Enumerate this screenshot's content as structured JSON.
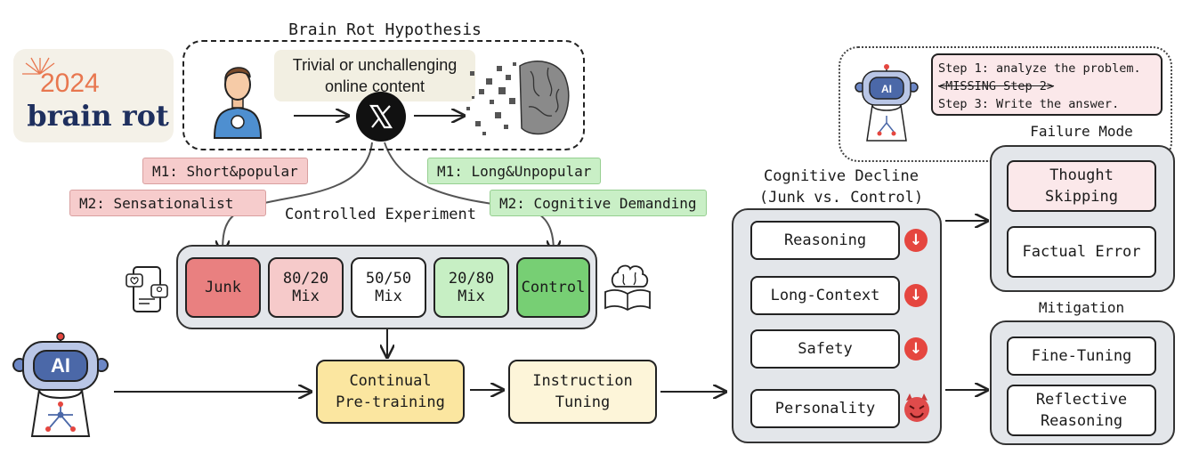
{
  "logo": {
    "year": "2024",
    "text": "brain rot",
    "year_color": "#e8774f",
    "text_color": "#1e2f5e"
  },
  "hypothesis": {
    "title": "Brain Rot Hypothesis",
    "content_label": "Trivial or unchallenging online content",
    "platform_icon": "x-logo-icon"
  },
  "junk_metrics": {
    "m1": "M1: Short&popular",
    "m2": "M2: Sensationalist"
  },
  "control_metrics": {
    "m1": "M1: Long&Unpopular",
    "m2": "M2: Cognitive Demanding"
  },
  "experiment": {
    "title": "Controlled Experiment",
    "mixes": [
      {
        "label": "Junk",
        "color": "#e98080"
      },
      {
        "label": "80/20 Mix",
        "color": "#f6caca"
      },
      {
        "label": "50/50 Mix",
        "color": "#ffffff"
      },
      {
        "label": "20/80 Mix",
        "color": "#c7efc4"
      },
      {
        "label": "Control",
        "color": "#77cf74"
      }
    ],
    "continual": "Continual Pre-training",
    "instruction": "Instruction Tuning"
  },
  "decline": {
    "title_line1": "Cognitive Decline",
    "title_line2": "(Junk vs. Control)",
    "items": [
      "Reasoning",
      "Long-Context",
      "Safety",
      "Personality"
    ],
    "icons": [
      "down-arrow-icon",
      "down-arrow-icon",
      "down-arrow-icon",
      "devil-face-icon"
    ]
  },
  "thought": {
    "step1": "Step 1: analyze the problem.",
    "step2": "<MISSING Step 2>",
    "step3": "Step 3: Write the answer."
  },
  "failure": {
    "title": "Failure Mode",
    "items": [
      "Thought Skipping",
      "Factual Error"
    ]
  },
  "mitigation": {
    "title": "Mitigation",
    "items": [
      "Fine-Tuning",
      "Reflective Reasoning"
    ]
  },
  "robot_label": "AI",
  "colors": {
    "panel": "#e3e6ea",
    "continual": "#fbe6a0",
    "instruction": "#fdf5d9",
    "thought_skipping": "#fbe8ea"
  }
}
